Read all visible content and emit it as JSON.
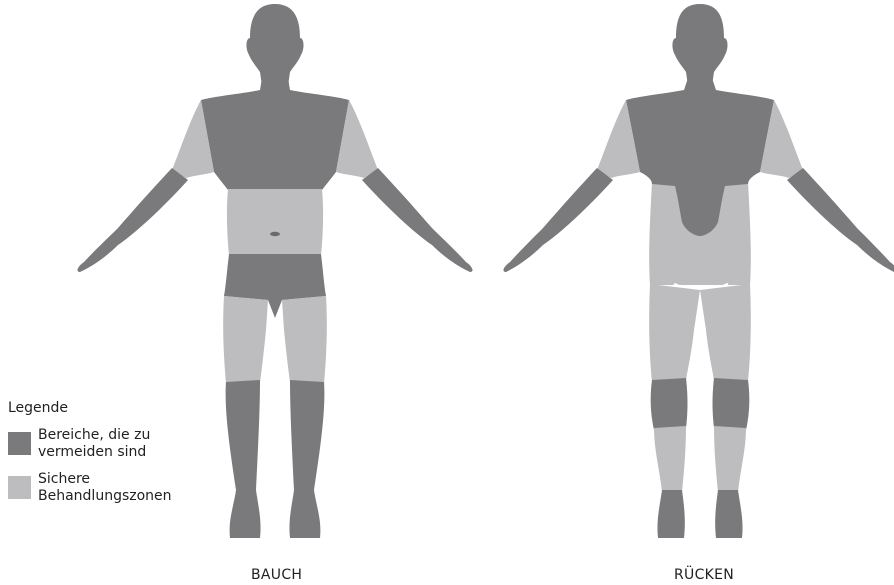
{
  "views": {
    "front": {
      "label": "BAUCH"
    },
    "back": {
      "label": "RÜCKEN"
    }
  },
  "legend": {
    "title": "Legende",
    "items": [
      {
        "label_line1": "Bereiche, die zu",
        "label_line2": "vermeiden sind",
        "color": "#7a7a7c"
      },
      {
        "label_line1": "Sichere",
        "label_line2": "Behandlungszonen",
        "color": "#bdbdbf"
      }
    ]
  }
}
